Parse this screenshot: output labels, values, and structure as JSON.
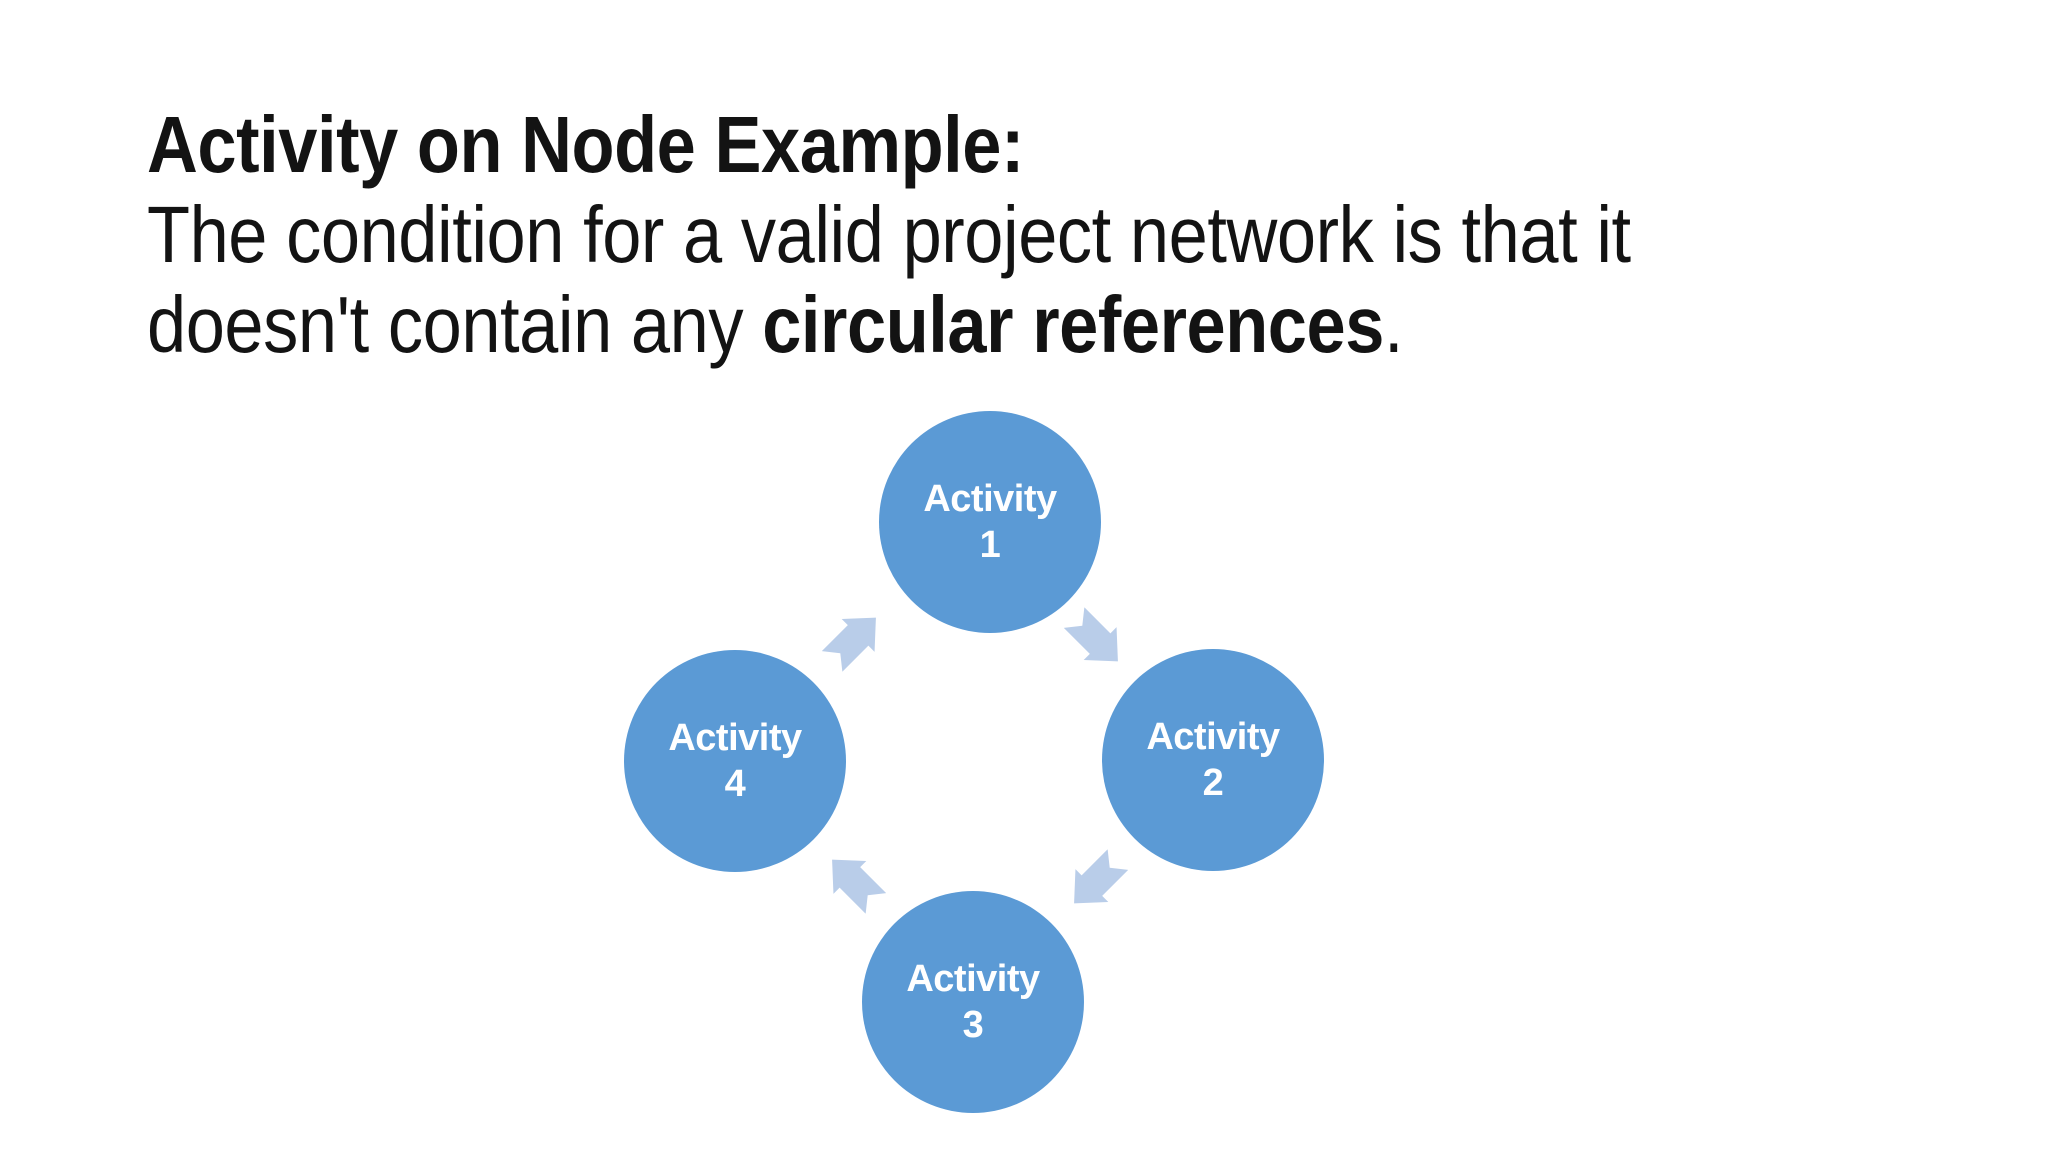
{
  "slide": {
    "title_bold": "Activity on Node Example:",
    "body_line1": "The condition for a valid project network is that it",
    "body_line2_prefix": "doesn't contain any ",
    "body_line2_bold": "circular references",
    "body_line2_suffix": "."
  },
  "diagram": {
    "type": "cycle",
    "direction": "clockwise",
    "nodes": [
      {
        "label": "Activity",
        "number": "1",
        "position": "top"
      },
      {
        "label": "Activity",
        "number": "2",
        "position": "right"
      },
      {
        "label": "Activity",
        "number": "3",
        "position": "bottom"
      },
      {
        "label": "Activity",
        "number": "4",
        "position": "left"
      }
    ],
    "edges": [
      {
        "from": "Activity 1",
        "to": "Activity 2"
      },
      {
        "from": "Activity 2",
        "to": "Activity 3"
      },
      {
        "from": "Activity 3",
        "to": "Activity 4"
      },
      {
        "from": "Activity 4",
        "to": "Activity 1"
      }
    ],
    "colors": {
      "node_fill": "#5b9ad5",
      "arrow_fill": "#b9cde9",
      "node_text": "#ffffff",
      "title_text": "#131313",
      "background": "#ffffff"
    }
  }
}
